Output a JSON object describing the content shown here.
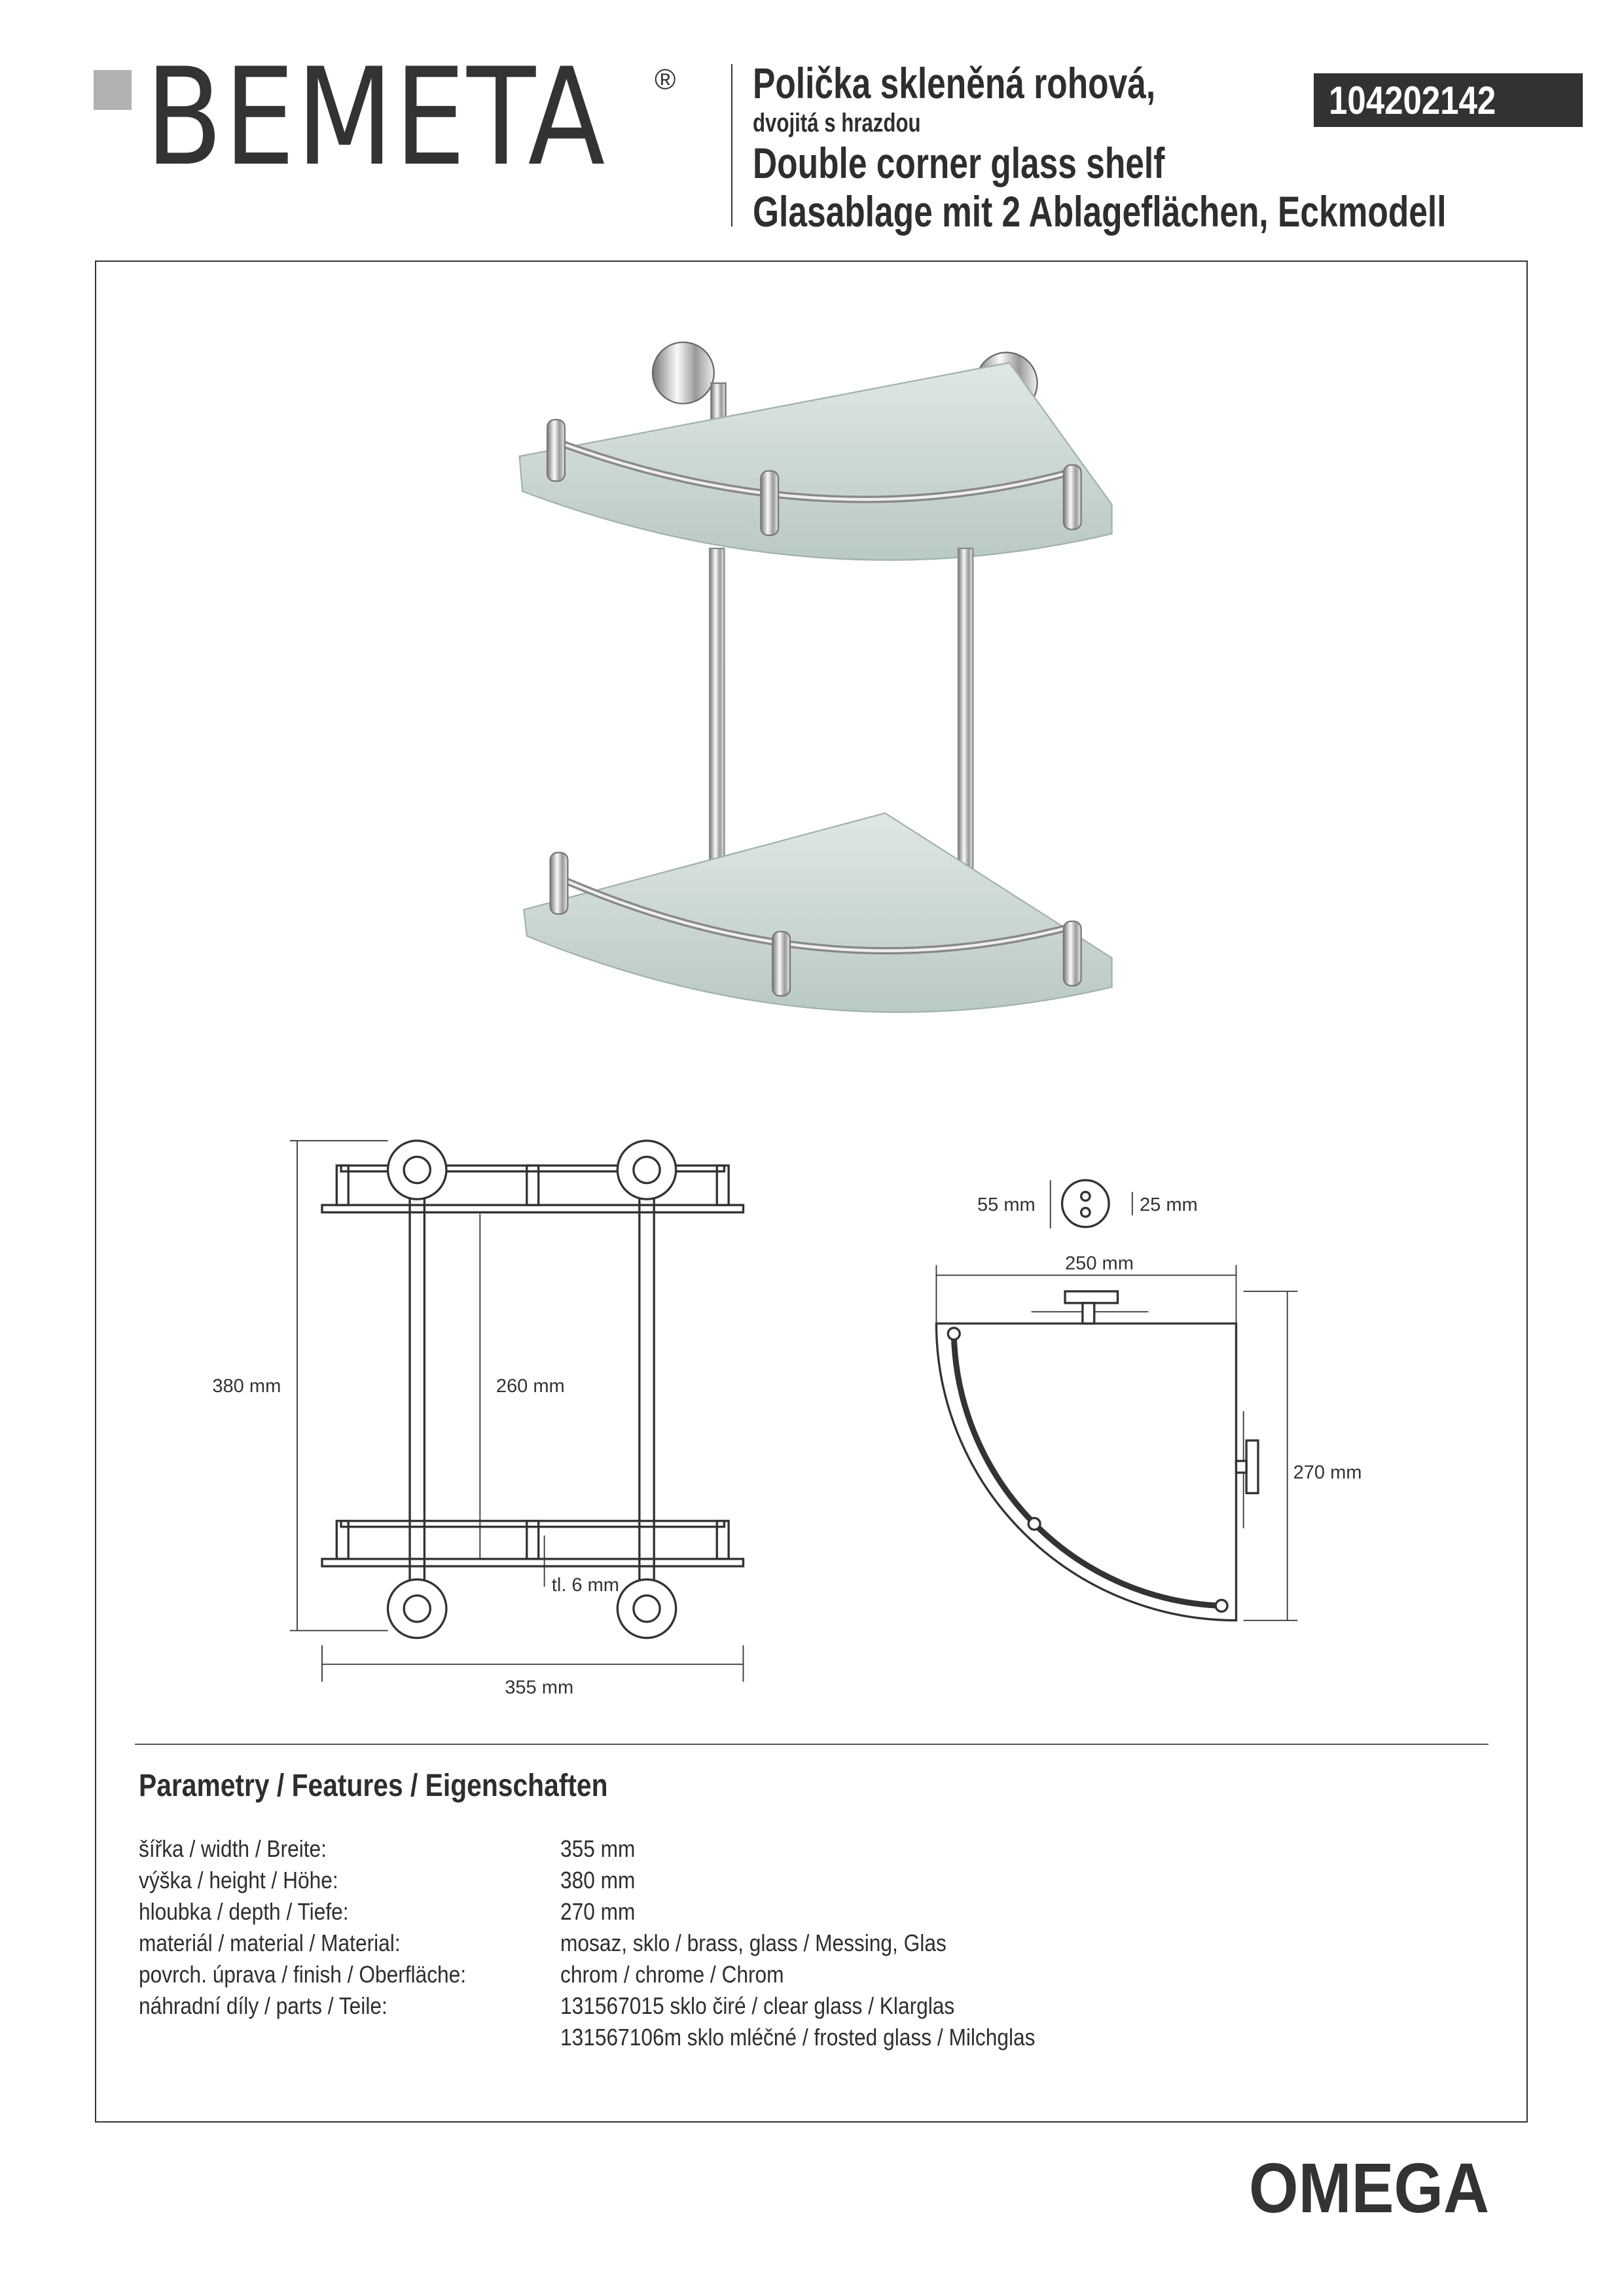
{
  "brand": {
    "logo": "BEMETA",
    "registered": "®"
  },
  "header": {
    "title_cz": "Polička skleněná rohová,",
    "subtitle_cz": "dvojitá s hrazdou",
    "title_en": "Double corner glass shelf",
    "title_de": "Glasablage mit 2 Ablageflächen, Eckmodell",
    "product_code": "104202142"
  },
  "dimensions": {
    "height": "380 mm",
    "inner_height": "260 mm",
    "width": "355 mm",
    "glass_thickness": "tl. 6 mm",
    "rosette_diameter": "55 mm",
    "rosette_depth": "25 mm",
    "side_width": "250 mm",
    "depth": "270 mm"
  },
  "parameters": {
    "heading": "Parametry / Features / Eigenschaften",
    "rows": [
      {
        "label": "šířka / width / Breite:",
        "value": "355 mm"
      },
      {
        "label": "výška / height / Höhe:",
        "value": "380 mm"
      },
      {
        "label": "hloubka / depth / Tiefe:",
        "value": "270 mm"
      },
      {
        "label": "materiál / material / Material:",
        "value": "mosaz, sklo / brass, glass / Messing, Glas"
      },
      {
        "label": "povrch. úprava / finish / Oberfläche:",
        "value": "chrom / chrome / Chrom"
      },
      {
        "label": "náhradní díly / parts / Teile:",
        "value": "131567015  sklo čiré / clear glass / Klarglas"
      },
      {
        "label": "",
        "value": "131567106m  sklo mléčné / frosted glass / Milchglas"
      }
    ]
  },
  "series": "OMEGA",
  "colors": {
    "text": "#333132",
    "logo_square": "#b1b1b2",
    "glass": "#cbd8d3"
  }
}
